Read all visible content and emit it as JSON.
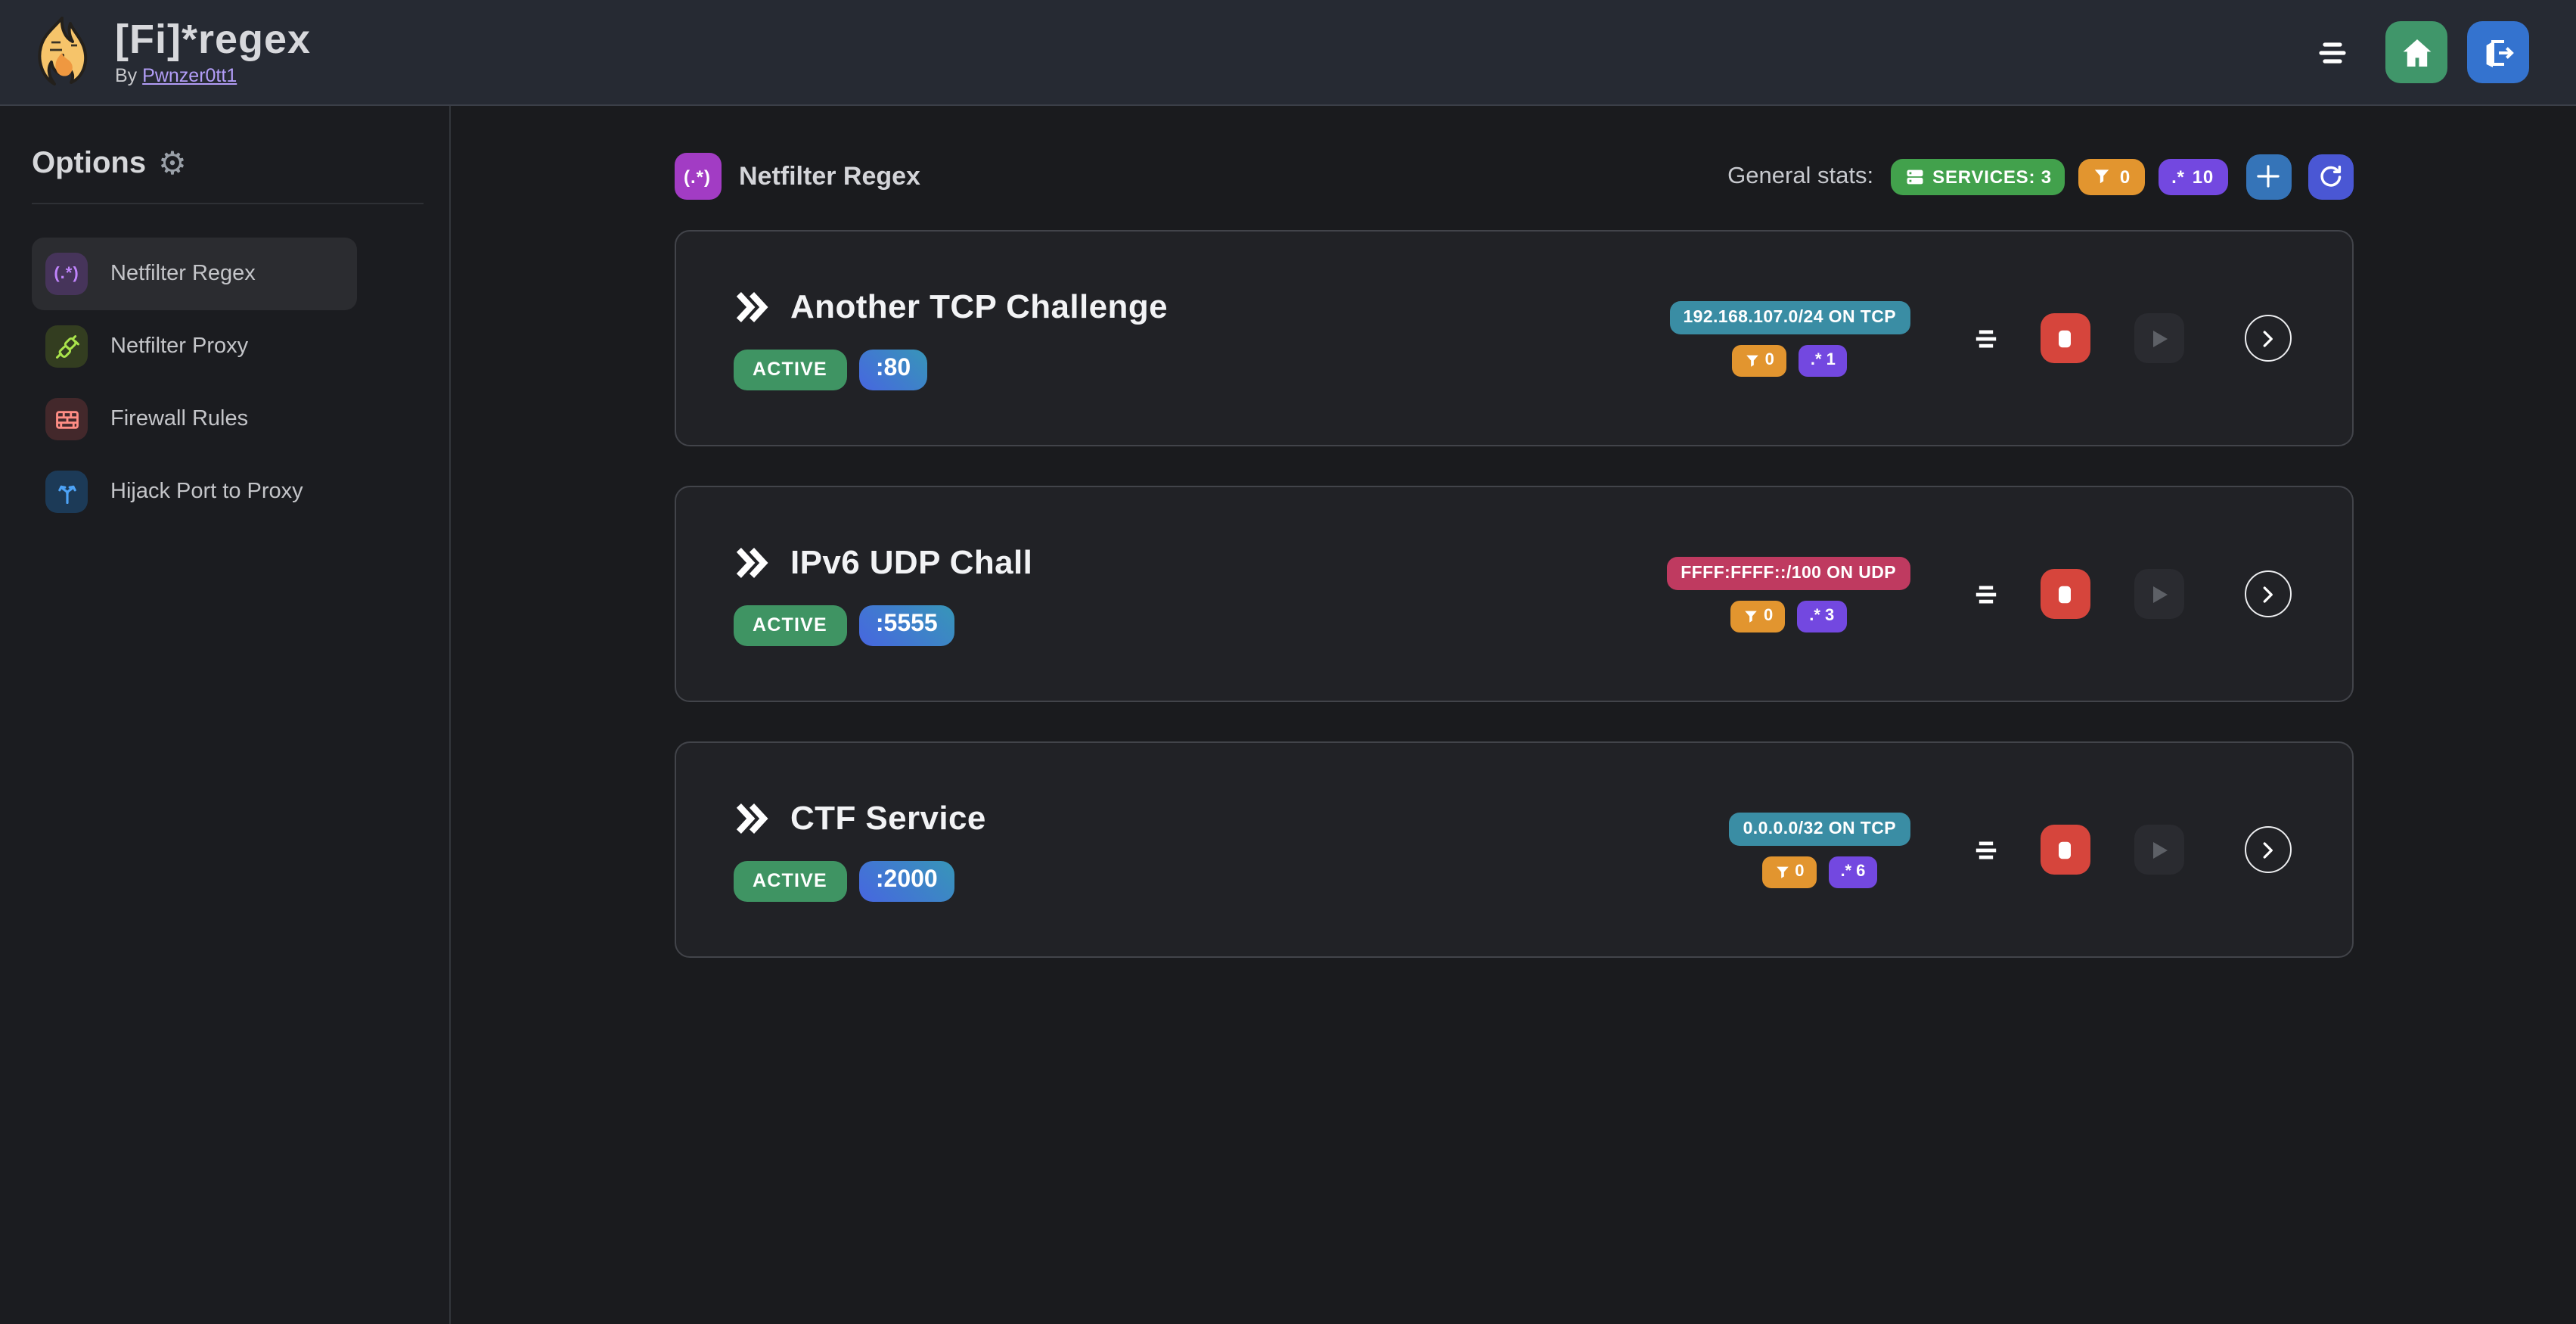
{
  "header": {
    "title": "[Fi]*regex",
    "byline_prefix": "By",
    "byline_link": "Pwnzer0tt1"
  },
  "icons": {
    "gear": "⚙",
    "regex_paren": "(.*)",
    "dot_star": ".*"
  },
  "colors": {
    "topbar_bg": "#262a33",
    "page_bg": "#1a1b1e",
    "card_bg": "#212226",
    "accent_green": "#3f9463",
    "accent_orange": "#e2952f",
    "accent_violet": "#7348e0",
    "accent_teal": "#3a8da4",
    "accent_pink": "#bf3a60",
    "accent_red": "#d6453c",
    "accent_blue": "#3574b8",
    "accent_indigo": "#4a57d4",
    "link": "#b29df7"
  },
  "sidebar": {
    "title": "Options",
    "items": [
      {
        "label": "Netfilter Regex",
        "icon": "regex-icon",
        "active": true
      },
      {
        "label": "Netfilter Proxy",
        "icon": "proxy-plug-icon",
        "active": false
      },
      {
        "label": "Firewall Rules",
        "icon": "firewall-bricks-icon",
        "active": false
      },
      {
        "label": "Hijack Port to Proxy",
        "icon": "hijack-split-icon",
        "active": false
      }
    ]
  },
  "main": {
    "section_title": "Netfilter Regex",
    "stats_label": "General stats:",
    "stats": {
      "services": "SERVICES: 3",
      "filtered": "0",
      "regexes": "10"
    },
    "services": [
      {
        "name": "Another TCP Challenge",
        "status": "ACTIVE",
        "port": ":80",
        "target": "192.168.107.0/24 ON TCP",
        "target_style": "teal",
        "filtered": "0",
        "regexes": "1"
      },
      {
        "name": "IPv6 UDP Chall",
        "status": "ACTIVE",
        "port": ":5555",
        "target": "FFFF:FFFF::/100 ON UDP",
        "target_style": "pink",
        "filtered": "0",
        "regexes": "3"
      },
      {
        "name": "CTF Service",
        "status": "ACTIVE",
        "port": ":2000",
        "target": "0.0.0.0/32 ON TCP",
        "target_style": "teal",
        "filtered": "0",
        "regexes": "6"
      }
    ]
  }
}
